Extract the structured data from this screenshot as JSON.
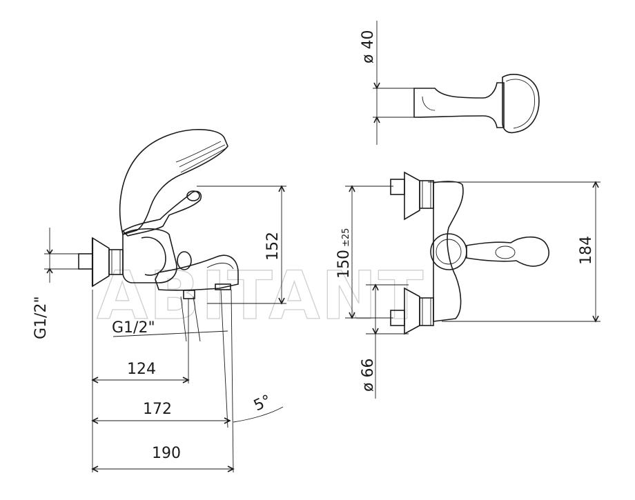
{
  "watermark": "ABITANT",
  "dimensions": {
    "g_half_vertical": "G1/2\"",
    "g_half_horizontal": "G1/2\"",
    "d124": "124",
    "d172": "172",
    "d190": "190",
    "d152": "152",
    "angle": "5°",
    "diameter_40": "ø 40",
    "height_150": "150",
    "tolerance": "±25",
    "diameter_66": "ø 66",
    "d184": "184"
  },
  "colors": {
    "line": "#1a1a1a",
    "watermark": "#cfcfcf",
    "background": "#ffffff"
  }
}
